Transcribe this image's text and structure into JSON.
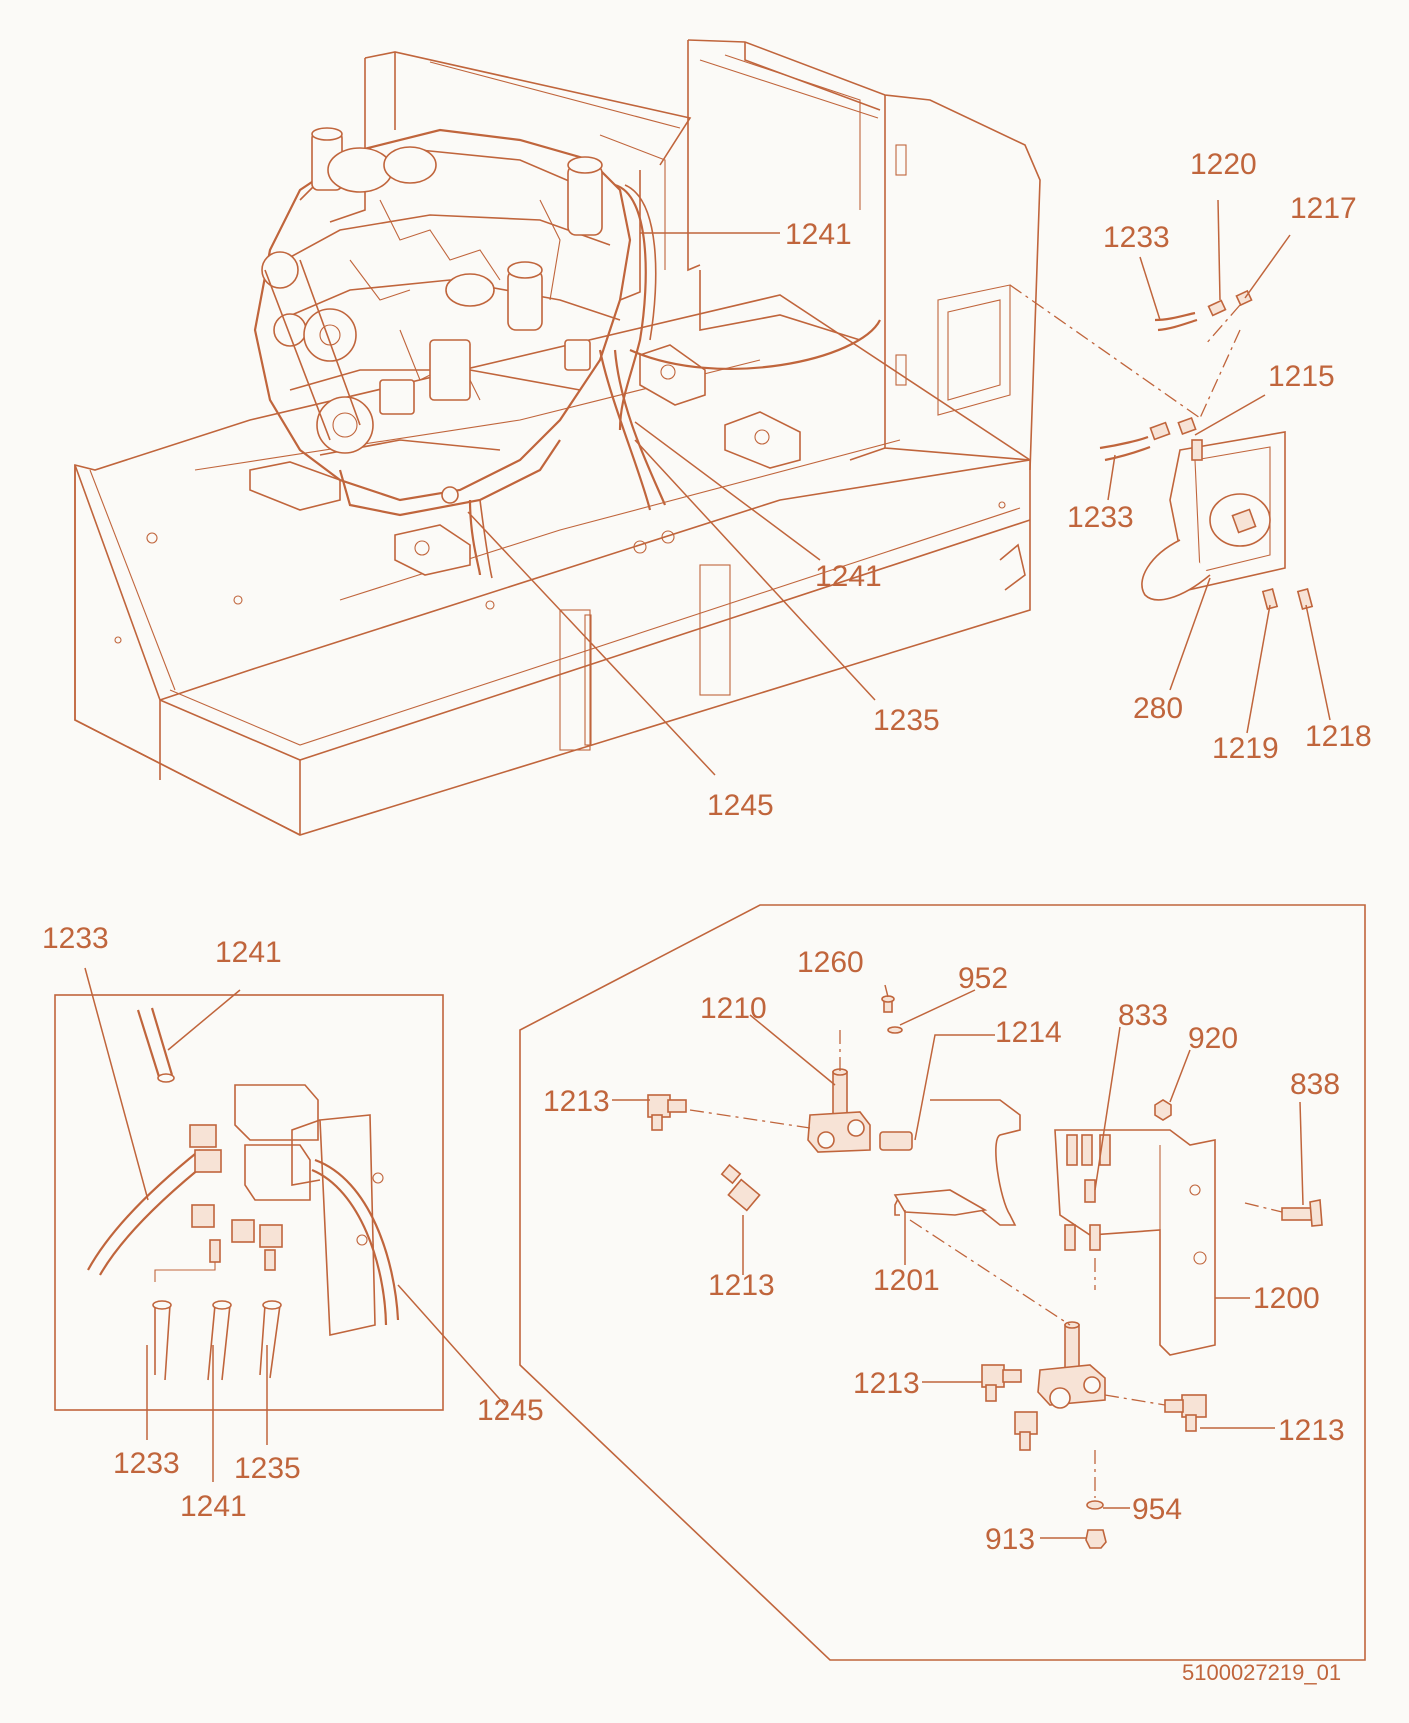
{
  "diagram": {
    "document_id": "5100027219_01",
    "colors": {
      "line": "#c0653c",
      "background": "#fbfaf7",
      "part_fill": "#f7e3d6"
    },
    "main_view": {
      "labels": [
        "1241",
        "1241",
        "1235",
        "1245",
        "1220",
        "1217",
        "1233",
        "1215",
        "1233",
        "280",
        "1219",
        "1218"
      ]
    },
    "detail_left": {
      "labels": [
        "1233",
        "1241",
        "1245",
        "1233",
        "1241",
        "1235"
      ]
    },
    "detail_right": {
      "labels": [
        "1260",
        "952",
        "1210",
        "1214",
        "833",
        "920",
        "838",
        "1213",
        "1213",
        "1201",
        "1200",
        "1213",
        "1213",
        "954",
        "913"
      ]
    }
  }
}
